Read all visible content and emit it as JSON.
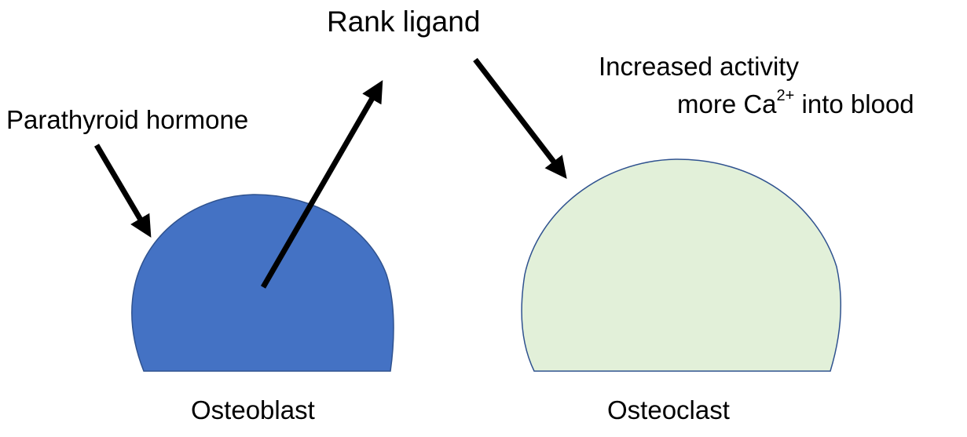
{
  "labels": {
    "rank_ligand": "Rank ligand",
    "parathyroid_hormone": "Parathyroid hormone",
    "increased_activity": "Increased activity",
    "calcium_prefix": "more Ca",
    "calcium_superscript": "2+",
    "calcium_suffix": " into blood",
    "osteoblast": "Osteoblast",
    "osteoclast": "Osteoclast"
  },
  "colors": {
    "osteoblast_fill": "#4472C4",
    "osteoblast_stroke": "#2F528F",
    "osteoclast_fill": "#E2F0D9",
    "osteoclast_stroke": "#2F528F",
    "arrow": "#000000"
  }
}
